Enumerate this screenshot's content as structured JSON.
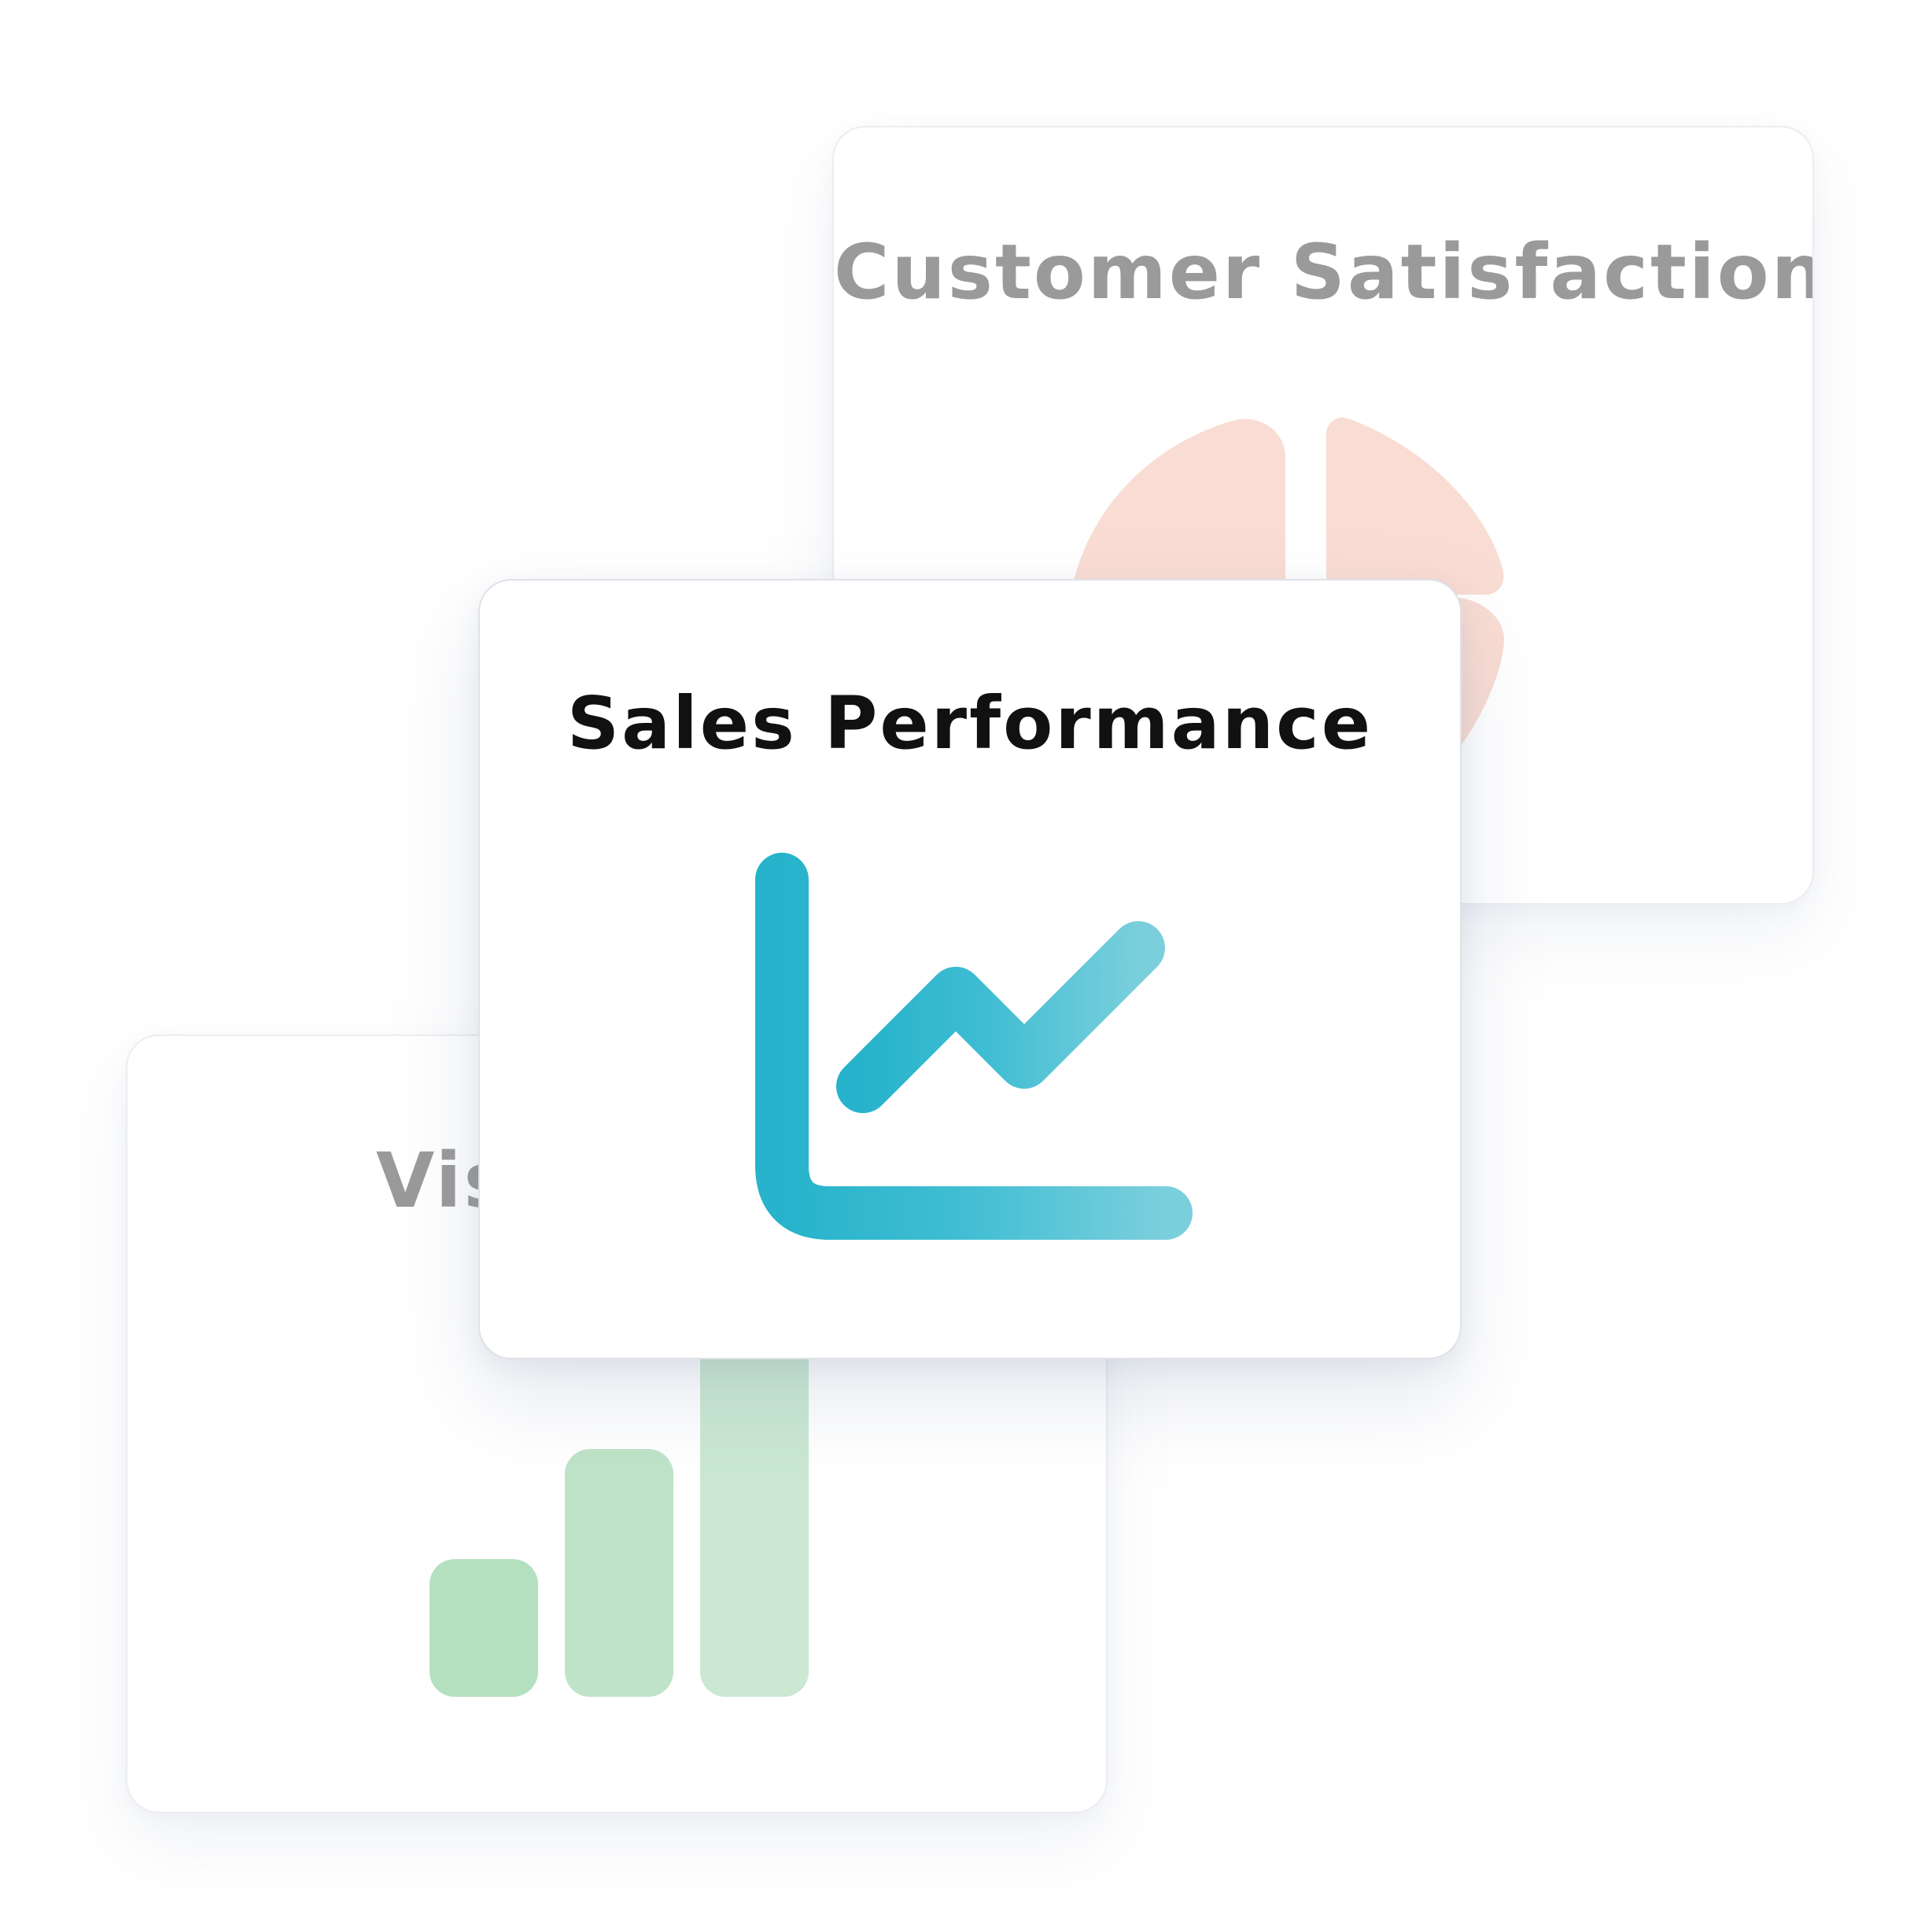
{
  "cards": {
    "customer_satisfaction": {
      "title": "Customer Satisfaction",
      "icon": "pie-chart-icon",
      "color": "#f8d5cb"
    },
    "visitors": {
      "title": "Vis",
      "icon": "bar-chart-icon",
      "colors": [
        "#b5e0c0",
        "#bfe3c8",
        "#cae8d2"
      ]
    },
    "sales_performance": {
      "title": "Sales Performance",
      "icon": "line-chart-icon",
      "gradient": [
        "#26b3cb",
        "#7bcfdc"
      ]
    }
  }
}
